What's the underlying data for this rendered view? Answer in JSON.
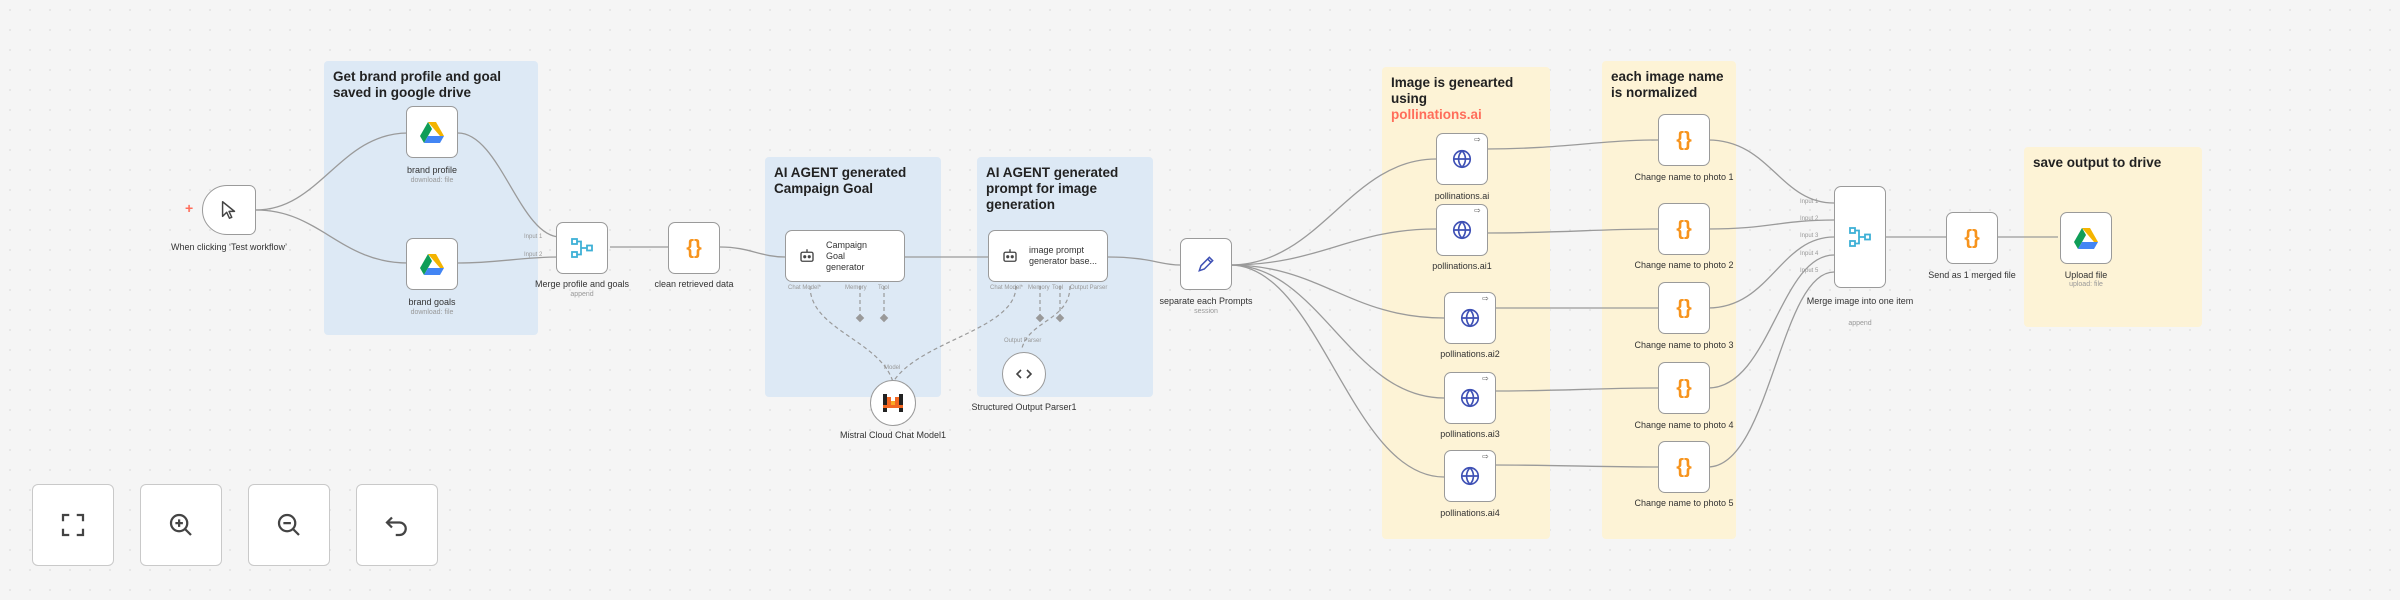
{
  "stickies": {
    "brand": "Get brand profile and goal saved in google drive",
    "campaign": "AI AGENT generated Campaign Goal",
    "prompt": "AI AGENT generated prompt for image generation",
    "image_prefix": "Image is genearted using ",
    "image_accent": "pollinations.ai",
    "normalize": "each image name is normalized",
    "save": "save output to drive"
  },
  "nodes": {
    "trigger": {
      "label": "When clicking ‘Test workflow’"
    },
    "brand_profile": {
      "label": "brand profile",
      "sub": "download: file"
    },
    "brand_goals": {
      "label": "brand goals",
      "sub": "download: file"
    },
    "merge_profile": {
      "label": "Merge profile and goals",
      "sub": "append"
    },
    "clean": {
      "label": "clean retrieved data"
    },
    "campaign_agent": {
      "label": "Campaign Goal generator",
      "ports": [
        "Chat Model*",
        "Memory",
        "Tool"
      ]
    },
    "prompt_agent": {
      "label": "image prompt generator base...",
      "ports": [
        "Chat Model*",
        "Memory",
        "Tool",
        "Output Parser"
      ]
    },
    "mistral": {
      "label": "Mistral Cloud Chat Model1",
      "port": "Model"
    },
    "parser": {
      "label": "Structured Output Parser1",
      "port": "Output Parser"
    },
    "separate": {
      "label": "separate each Prompts",
      "sub": "session"
    },
    "poll1": {
      "label": "pollinations.ai"
    },
    "poll2": {
      "label": "pollinations.ai1"
    },
    "poll3": {
      "label": "pollinations.ai2"
    },
    "poll4": {
      "label": "pollinations.ai3"
    },
    "poll5": {
      "label": "pollinations.ai4"
    },
    "change1": {
      "label": "Change name to photo 1"
    },
    "change2": {
      "label": "Change name to photo 2"
    },
    "change3": {
      "label": "Change name to photo 3"
    },
    "change4": {
      "label": "Change name to photo 4"
    },
    "change5": {
      "label": "Change name to photo 5"
    },
    "merge_images": {
      "label": "Merge image into one item",
      "sub": "append",
      "inputs": [
        "Input 1",
        "Input 2",
        "Input 3",
        "Input 4",
        "Input 5"
      ]
    },
    "send": {
      "label": "Send as 1 merged file"
    },
    "upload": {
      "label": "Upload file",
      "sub": "upload: file"
    }
  },
  "controls": {
    "fit": "fit-view",
    "zoom_in": "zoom-in",
    "zoom_out": "zoom-out",
    "reset": "reset-zoom"
  },
  "colors": {
    "accent": "#ff6d5a",
    "sticky_blue": "#dde9f5",
    "sticky_yellow": "#fdf3d6",
    "drive_green": "#0f9d58",
    "drive_yellow": "#f4b400",
    "drive_blue": "#4285f4",
    "http_blue": "#3f51b5",
    "set_orange": "#f7941d",
    "merge_blue": "#3eb0d6",
    "mistral_orange": "#f26722"
  }
}
